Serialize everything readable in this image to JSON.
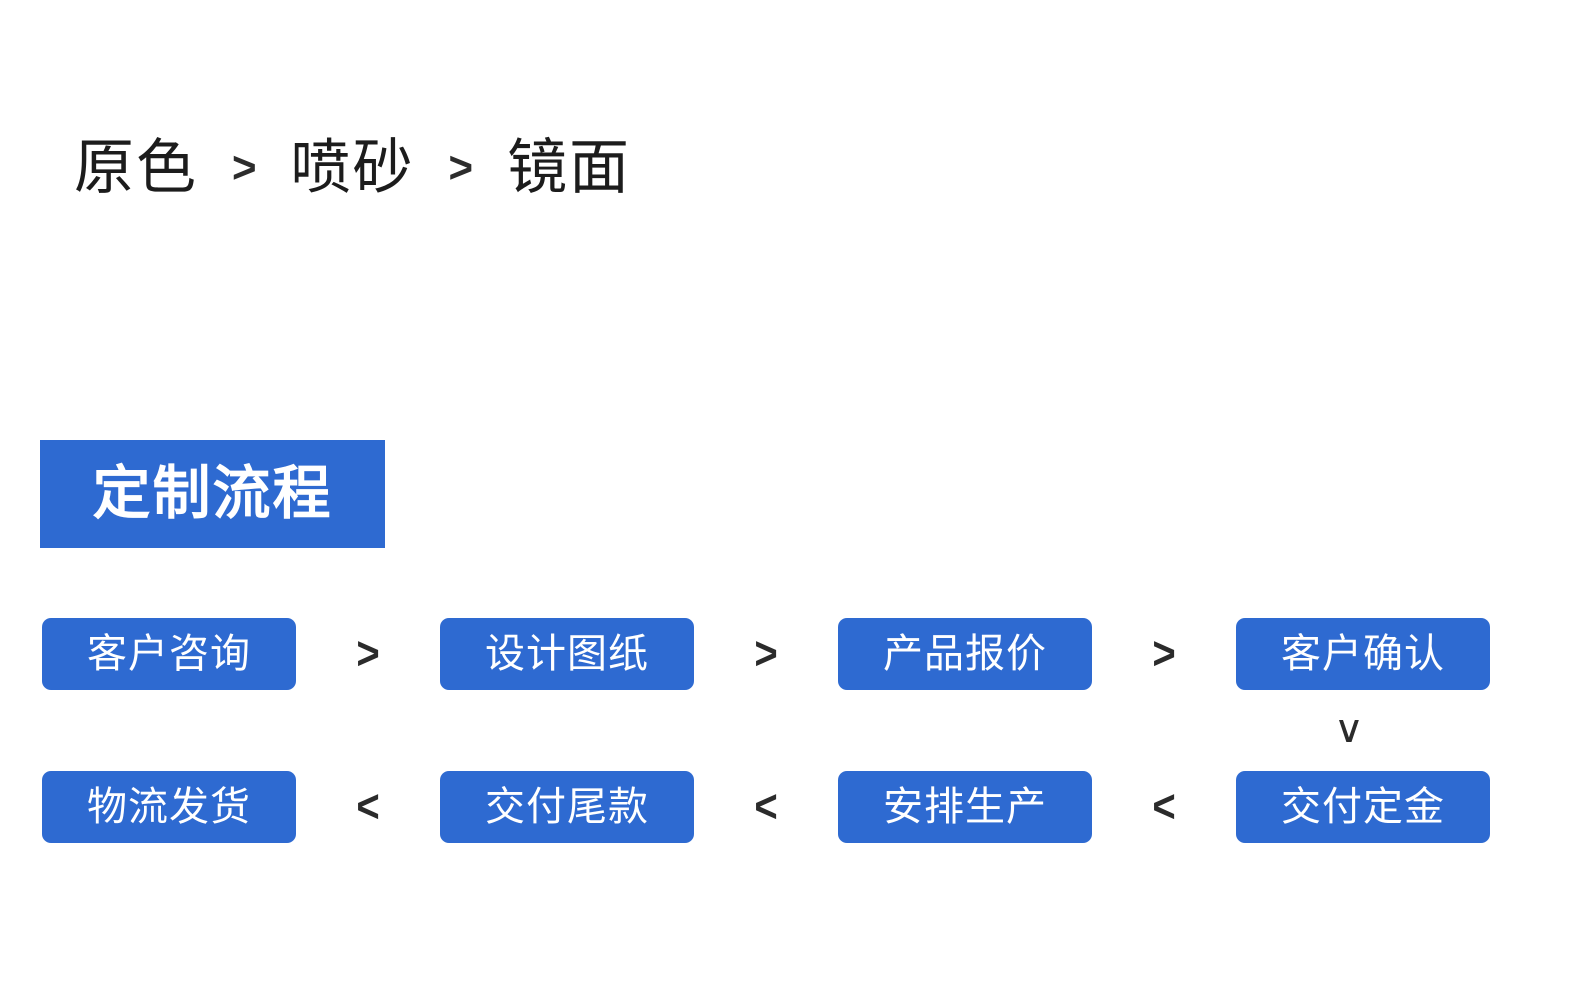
{
  "colors": {
    "accent_blue": "#2E6AD1",
    "text_dark": "#1c1c1c",
    "badge_text": "#ffffff",
    "page_background": "#ffffff"
  },
  "finish_section": {
    "items": [
      {
        "label": "原色"
      },
      {
        "label": "喷砂"
      },
      {
        "label": "镜面"
      }
    ],
    "separator": ">"
  },
  "process_section": {
    "badge_label": "定制流程",
    "row1": {
      "steps": [
        {
          "label": "客户咨询"
        },
        {
          "label": "设计图纸"
        },
        {
          "label": "产品报价"
        },
        {
          "label": "客户确认"
        }
      ],
      "separator": ">"
    },
    "connector": "∨",
    "row2": {
      "steps": [
        {
          "label": "物流发货"
        },
        {
          "label": "交付尾款"
        },
        {
          "label": "安排生产"
        },
        {
          "label": "交付定金"
        }
      ],
      "separator": "<"
    }
  }
}
